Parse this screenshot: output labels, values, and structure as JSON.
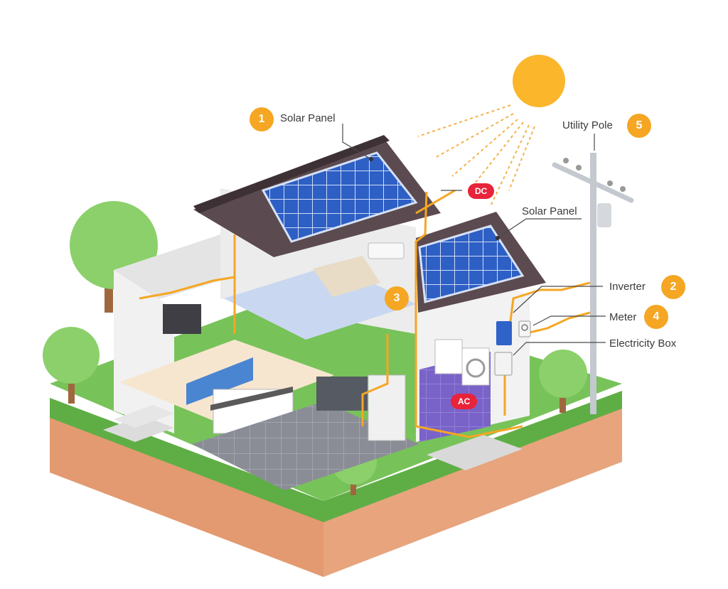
{
  "labels": {
    "solar_panel_1": "Solar Panel",
    "solar_panel_2": "Solar Panel",
    "utility_pole": "Utility Pole",
    "inverter": "Inverter",
    "meter": "Meter",
    "electricity_box": "Electricity Box"
  },
  "badges": {
    "one": "1",
    "two": "2",
    "three": "3",
    "four": "4",
    "five": "5"
  },
  "tags": {
    "dc": "DC",
    "ac": "AC"
  },
  "colors": {
    "badge": "#f5a623",
    "current_tag": "#e8233a",
    "wire": "#f5a623",
    "panel": "#2f63c9",
    "roof": "#5b4a4f",
    "grass": "#78c25a",
    "soil": "#e7a47d",
    "sun": "#fbb62c"
  }
}
